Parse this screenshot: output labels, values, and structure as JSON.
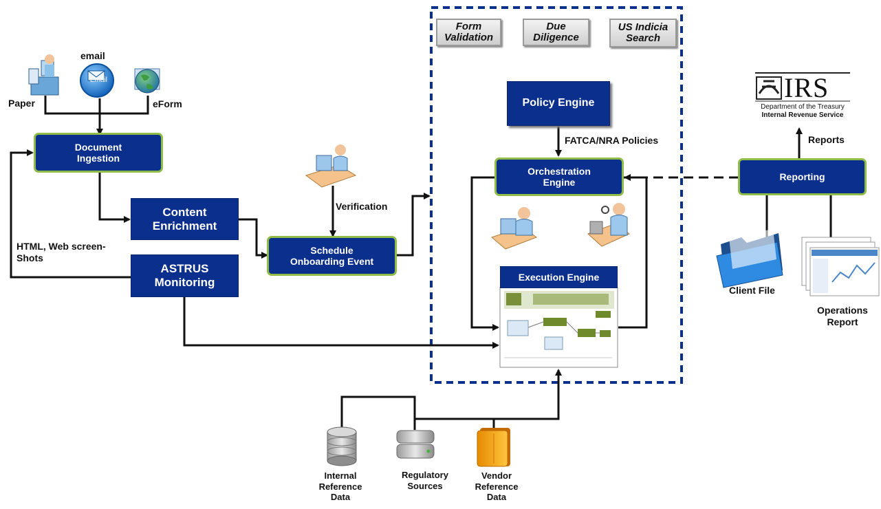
{
  "inputs": {
    "email": "email",
    "email_icon_text": "Email",
    "paper": "Paper",
    "eform": "eForm"
  },
  "processes": {
    "document_ingestion": "Document\nIngestion",
    "content_enrichment": "Content\nEnrichment",
    "astrus_monitoring": "ASTRUS\nMonitoring",
    "schedule_onboarding": "Schedule\nOnboarding Event",
    "policy_engine": "Policy Engine",
    "orchestration_engine": "Orchestration\nEngine",
    "execution_engine": "Execution Engine",
    "reporting": "Reporting"
  },
  "checks": {
    "form_validation": "Form\nValidation",
    "due_diligence": "Due\nDiligence",
    "us_indicia": "US Indicia\nSearch"
  },
  "labels": {
    "html_screenshots": "HTML, Web screen-\nShots",
    "verification": "Verification",
    "fatca_policies": "FATCA/NRA Policies",
    "reports": "Reports",
    "client_file": "Client File",
    "operations_report": "Operations\nReport",
    "internal_reference": "Internal\nReference\nData",
    "regulatory_sources": "Regulatory\nSources",
    "vendor_reference": "Vendor\nReference\nData"
  },
  "irs": {
    "word": "IRS",
    "dept": "Department of the Treasury",
    "service": "Internal Revenue Service"
  },
  "colors": {
    "box_fill": "#0b2f8c",
    "box_border_green": "#8fbd47",
    "dashed_border": "#0b2f8c",
    "line": "#111111"
  }
}
